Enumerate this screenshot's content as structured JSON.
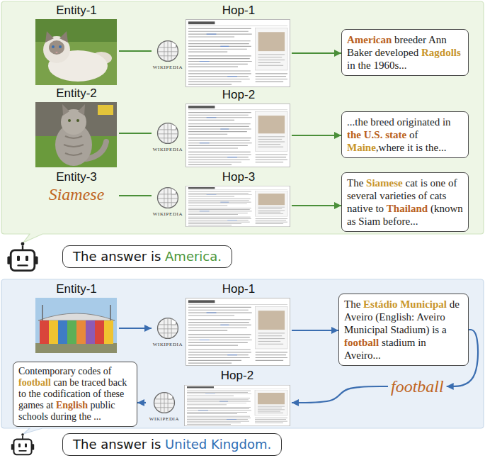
{
  "diagram": {
    "nodes": [
      {
        "text": [
          "Entity-1"
        ]
      },
      {
        "text": [
          "Hop-1"
        ]
      },
      {
        "text": [
          "American breeder Ann Baker developed Ragdolls in the 1960s..."
        ]
      },
      {
        "text": [
          "Entity-2"
        ]
      },
      {
        "text": [
          "Hop-2"
        ]
      },
      {
        "text": [
          "...the breed originated in the U.S. state of Maine,where it is the..."
        ]
      },
      {
        "text": [
          "Entity-3",
          "Siamese"
        ]
      },
      {
        "text": [
          "Hop-3"
        ]
      },
      {
        "text": [
          "The Siamese cat is one of several varieties of cats native to Thailand (known as Siam before..."
        ]
      },
      {
        "text": [
          "The answer is America."
        ]
      },
      {
        "text": [
          "Entity-1"
        ]
      },
      {
        "text": [
          "Hop-1"
        ]
      },
      {
        "text": [
          "The Estádio Municipal de Aveiro (English: Aveiro Municipal Stadium) is a football stadium in Aveiro..."
        ]
      },
      {
        "text": [
          "football"
        ]
      },
      {
        "text": [
          "Hop-2"
        ]
      },
      {
        "text": [
          "Contemporary codes of football can be traced back to the codification of these games at English public schools during the ..."
        ]
      },
      {
        "text": [
          "The answer is United Kingdom."
        ]
      }
    ],
    "edges": [
      {
        "from": 0,
        "to": 1,
        "arrow": "none"
      },
      {
        "from": 1,
        "to": 2,
        "arrow": "to"
      },
      {
        "from": 3,
        "to": 4,
        "arrow": "none"
      },
      {
        "from": 4,
        "to": 5,
        "arrow": "to"
      },
      {
        "from": 6,
        "to": 7,
        "arrow": "none"
      },
      {
        "from": 7,
        "to": 8,
        "arrow": "to"
      },
      {
        "from": 10,
        "to": 11,
        "arrow": "to"
      },
      {
        "from": 11,
        "to": 12,
        "arrow": "to"
      },
      {
        "from": 12,
        "to": 13,
        "arrow": "to"
      },
      {
        "from": 13,
        "to": 14,
        "arrow": "to"
      },
      {
        "from": 14,
        "to": 15,
        "arrow": "to"
      }
    ],
    "labels": [
      "WIKIPEDIA",
      "WIKIPEDIA",
      "WIKIPEDIA",
      "WIKIPEDIA",
      "WIKIPEDIA"
    ]
  }
}
